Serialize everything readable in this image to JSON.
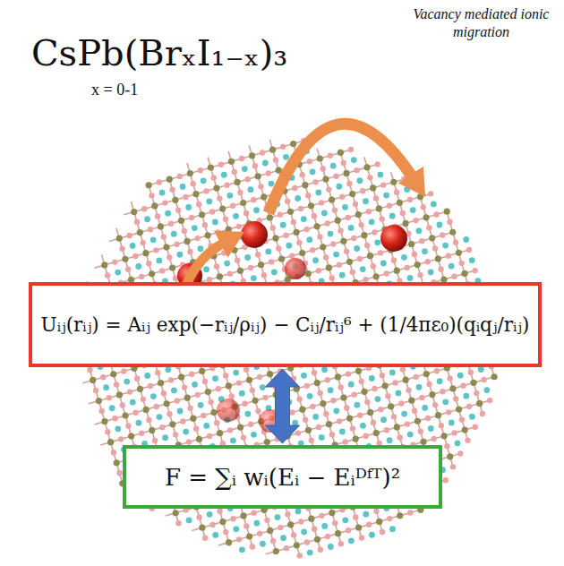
{
  "diagram": {
    "nodes": [
      {
        "text": [
          "Uᵢⱼ(rᵢⱼ) = Aᵢⱼ exp(−rᵢⱼ/ρᵢⱼ) − Cᵢⱼ/rᵢⱼ⁶ + (1/4πε₀)(qᵢqⱼ/rᵢⱼ)"
        ]
      },
      {
        "text": [
          "F = ∑ᵢ wᵢ(Eᵢ − Eᵢᴰᶠᵀ)²"
        ]
      }
    ],
    "edges": [
      {
        "from": 0,
        "to": 1,
        "arrow": "both"
      }
    ],
    "labels": [
      "CsPb(BrₓI₁₋ₓ)₃",
      "x = 0-1",
      "Vacancy mediated ionic migration"
    ]
  }
}
